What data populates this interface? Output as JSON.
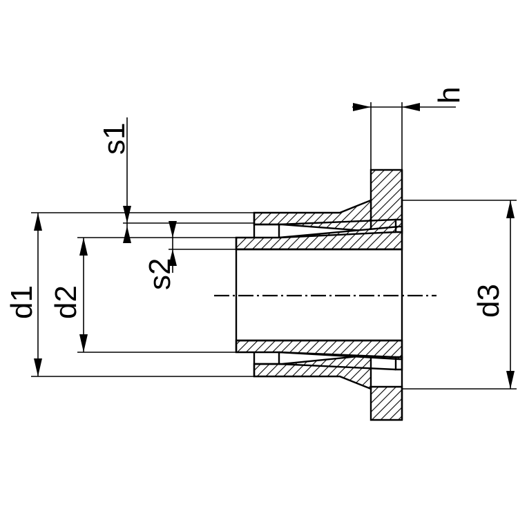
{
  "labels": {
    "s1": "s1",
    "s2": "s2",
    "d1": "d1",
    "d2": "d2",
    "d3": "d3",
    "h": "h"
  }
}
